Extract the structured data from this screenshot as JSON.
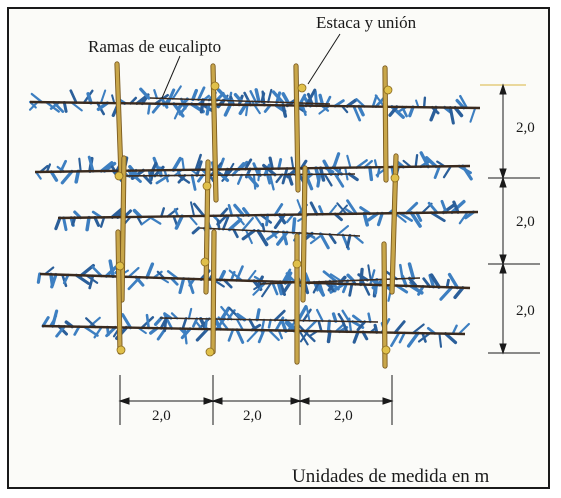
{
  "labels": {
    "stake_joint": "Estaca y unión",
    "eucalyptus_branches": "Ramas de eucalipto",
    "units_note": "Unidades de medida en m"
  },
  "dimensions": {
    "horizontal": [
      "2,0",
      "2,0",
      "2,0"
    ],
    "vertical": [
      "2,0",
      "2,0",
      "2,0"
    ]
  },
  "colors": {
    "frame": "#1a1a1a",
    "branch": "#3a2a1e",
    "stake": "#c8a64a",
    "stake_outline": "#7a5a20",
    "leaf": "#3d7fc1",
    "leaf_dark": "#2b5f9a",
    "dimension_line": "#1a1a1a",
    "tick_yellow": "#d8b440"
  }
}
